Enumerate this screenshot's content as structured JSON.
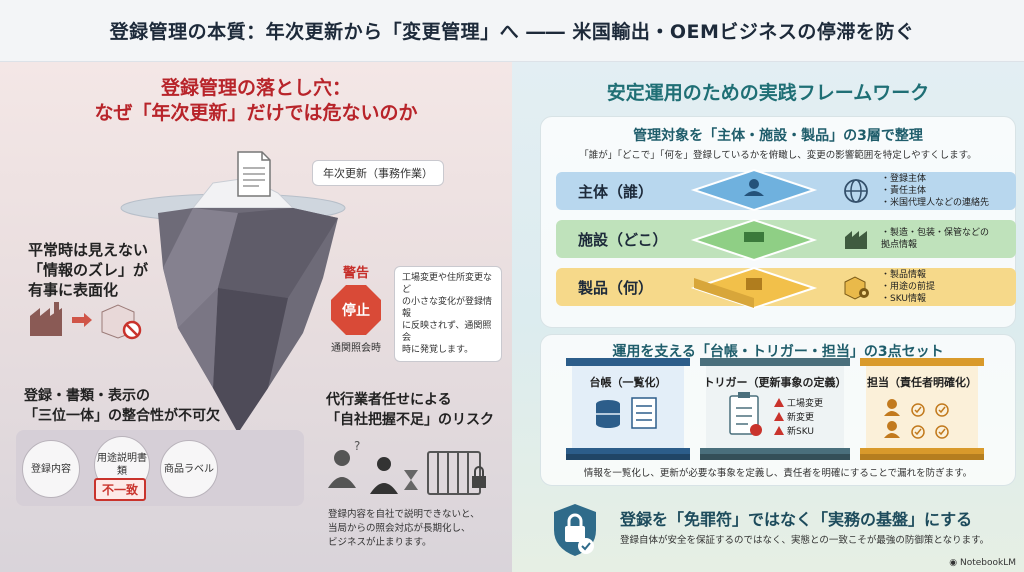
{
  "header": {
    "title": "登録管理の本質：年次更新から「変更管理」へ ―― 米国輸出・OEMビジネスの停滞を防ぐ"
  },
  "left": {
    "title_line1": "登録管理の落とし穴：",
    "title_line2": "なぜ「年次更新」だけでは危ないのか",
    "iceberg_label": "年次更新（事務作業）",
    "gap_heading_1": "平常時は見えない",
    "gap_heading_2": "「情報のズレ」が",
    "gap_heading_3": "有事に表面化",
    "warning_title": "警告",
    "stop_label": "停止",
    "warning_caption": "通関照会時",
    "warning_note": [
      "工場変更や住所変更など",
      "の小さな変化が登録情報",
      "に反映されず、通関照会",
      "時に発覚します。"
    ],
    "trinity_heading_1": "登録・書類・表示の",
    "trinity_heading_2": "「三位一体」の整合性が不可欠",
    "circles": [
      "登録内容",
      "用途説明書類",
      "商品ラベル"
    ],
    "mismatch_label": "不一致",
    "agent_heading_1": "代行業者任せによる",
    "agent_heading_2": "「自社把握不足」のリスク",
    "agent_note": [
      "登録内容を自社で説明できないと、",
      "当局からの照会対応が長期化し、",
      "ビジネスが止まります。"
    ]
  },
  "right": {
    "title": "安定運用のための実践フレームワーク",
    "layers_card": {
      "title": "管理対象を「主体・施設・製品」の3層で整理",
      "subtitle": "「誰が」「どこで」「何を」登録しているかを俯瞰し、変更の影響範囲を特定しやすくします。",
      "layers": [
        {
          "name": "主体（誰）",
          "items": [
            "・登録主体",
            "・責任主体",
            "・米国代理人などの連絡先"
          ],
          "color": "#9cc6e6",
          "icon": "globe-icon"
        },
        {
          "name": "施設（どこ）",
          "items": [
            "・製造・包装・保管などの",
            "拠点情報"
          ],
          "color": "#a6d8a2",
          "icon": "factory-icon"
        },
        {
          "name": "製品（何）",
          "items": [
            "・製品情報",
            "・用途の前提",
            "・SKU情報"
          ],
          "color": "#f2cf76",
          "icon": "box-gear-icon"
        }
      ]
    },
    "ops_card": {
      "title": "運用を支える「台帳・トリガー・担当」の3点セット",
      "pillars": [
        "台帳（一覧化）",
        "トリガー（更新事象の定義）",
        "担当（責任者明確化）"
      ],
      "triggers": [
        "工場変更",
        "新変更",
        "新SKU"
      ],
      "footer": "情報を一覧化し、更新が必要な事象を定義し、責任者を明確にすることで漏れを防ぎます。"
    },
    "bottom": {
      "title": "登録を「免罪符」ではなく「実務の基盤」にする",
      "subtitle": "登録自体が安全を保証するのではなく、実態との一致こそが最強の防御策となります。",
      "brand": "NotebookLM"
    }
  }
}
